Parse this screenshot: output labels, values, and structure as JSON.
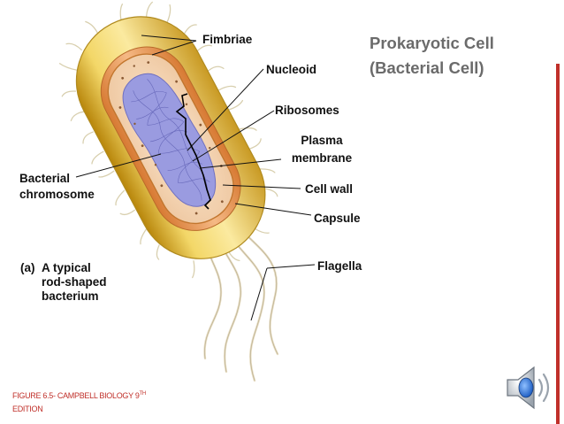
{
  "title": {
    "line1": "Prokaryotic Cell",
    "line2": "(Bacterial Cell)"
  },
  "labels": {
    "fimbriae": "Fimbriae",
    "nucleoid": "Nucleoid",
    "ribosomes": "Ribosomes",
    "plasma_membrane_1": "Plasma",
    "plasma_membrane_2": "membrane",
    "cell_wall": "Cell wall",
    "capsule": "Capsule",
    "flagella": "Flagella",
    "bacterial_chromosome_1": "Bacterial",
    "bacterial_chromosome_2": "chromosome"
  },
  "panel": {
    "letter": "(a)",
    "line1": "A typical",
    "line2": "rod-shaped",
    "line3": "bacterium"
  },
  "caption": {
    "line1_text": "FIGURE 6.5- CAMPBELL BIOLOGY 9",
    "line1_sup": "TH",
    "line2_text": "EDITION"
  },
  "colors": {
    "accent_red": "#c0302a",
    "title_gray": "#6b6b6b",
    "capsule_gold": "#e8c24a",
    "wall_orange": "#e89a55",
    "nucleoid_blue": "#8e8fd6"
  },
  "icons": {
    "speaker": "speaker-icon"
  }
}
